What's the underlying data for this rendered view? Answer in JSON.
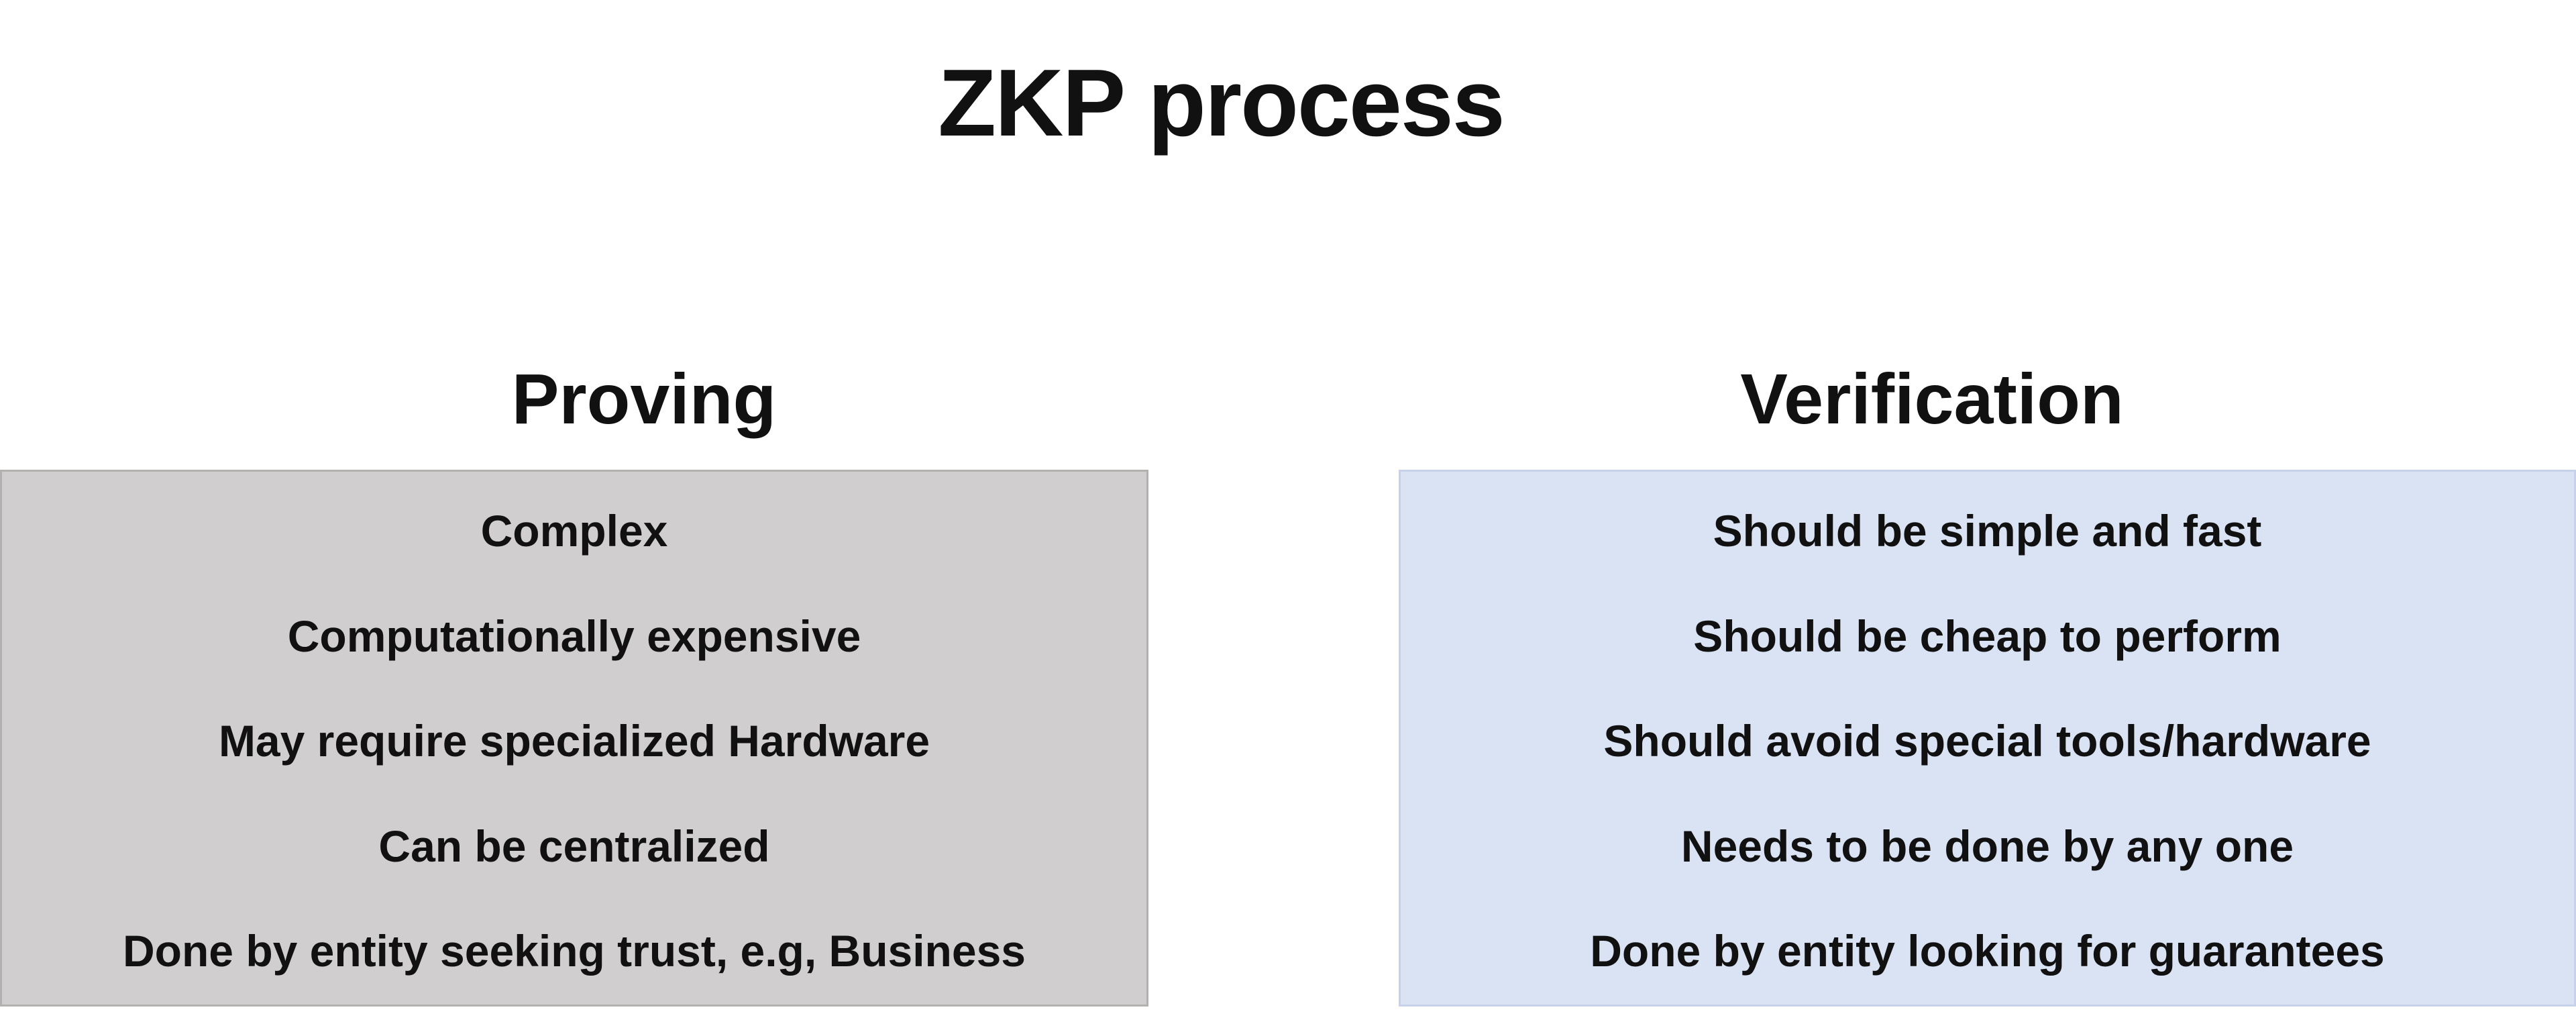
{
  "slide": {
    "title": "ZKP process",
    "background_color": "#ffffff",
    "text_color": "#111111",
    "columns": [
      {
        "header": "Proving",
        "box_color": "#d0cece",
        "items": [
          "Complex",
          "Computationally expensive",
          "May require specialized Hardware",
          "Can be centralized",
          "Done by entity seeking trust, e.g, Business"
        ]
      },
      {
        "header": "Verification",
        "box_color": "#dae3f3",
        "items": [
          "Should be simple and fast",
          "Should be cheap to perform",
          "Should avoid special tools/hardware",
          "Needs to be done by any one",
          "Done by entity looking for guarantees"
        ]
      }
    ]
  }
}
